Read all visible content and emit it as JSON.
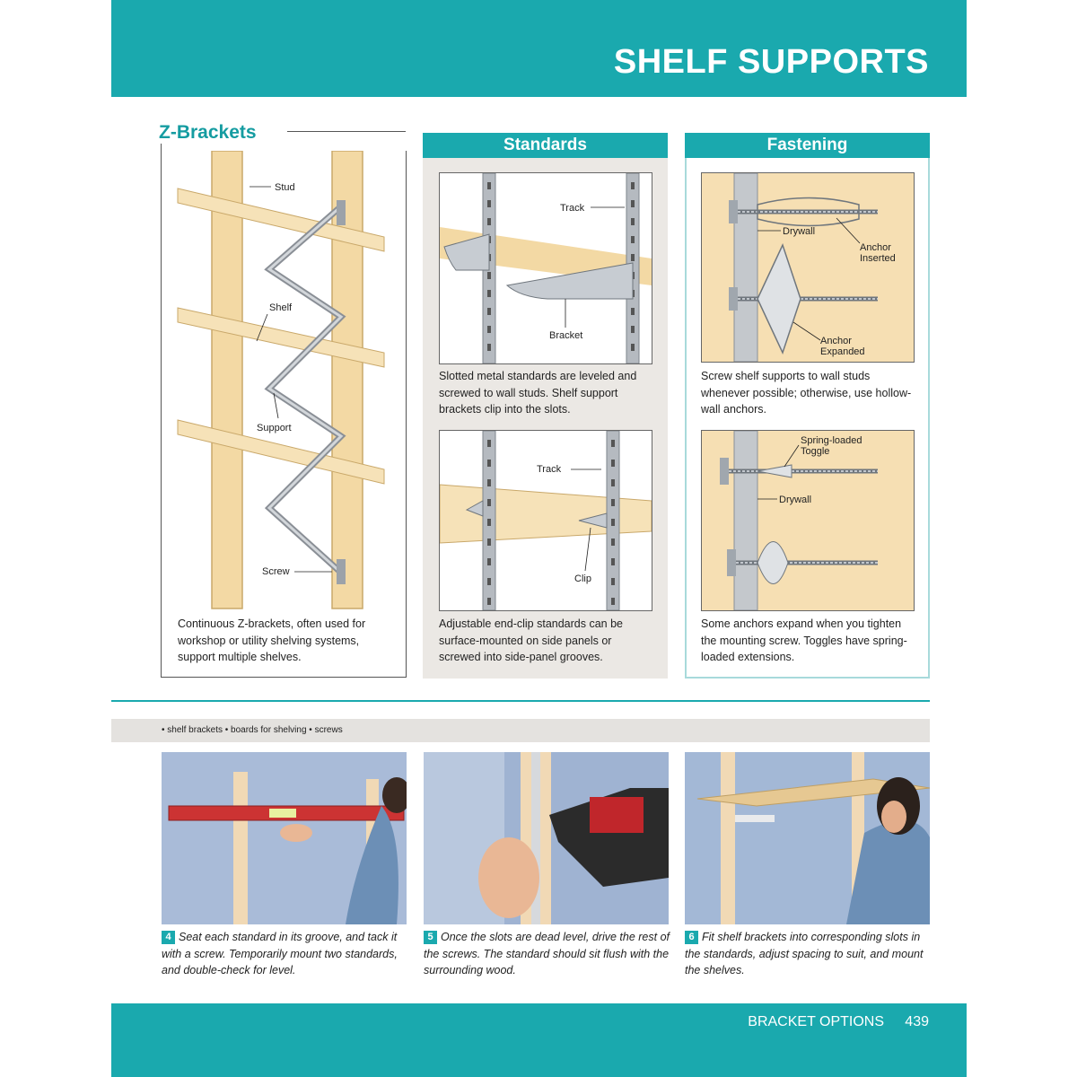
{
  "header": {
    "title": "SHELF SUPPORTS"
  },
  "zbrackets": {
    "title": "Z-Brackets",
    "labels": {
      "stud": "Stud",
      "shelf": "Shelf",
      "support": "Support",
      "screw": "Screw"
    },
    "caption": "Continuous Z-brackets, often used for workshop or utility shelving systems, support multiple shelves."
  },
  "standards": {
    "title": "Standards",
    "top_labels": {
      "track": "Track",
      "bracket": "Bracket"
    },
    "top_caption": "Slotted metal standards are leveled and screwed to wall studs. Shelf support brackets clip into the slots.",
    "bottom_labels": {
      "track": "Track",
      "clip": "Clip"
    },
    "bottom_caption": "Adjustable end-clip standards can be surface-mounted on side panels or screwed into side-panel grooves."
  },
  "fastening": {
    "title": "Fastening",
    "top_labels": {
      "drywall": "Drywall",
      "anchor_inserted_1": "Anchor",
      "anchor_inserted_2": "Inserted",
      "anchor_expanded_1": "Anchor",
      "anchor_expanded_2": "Expanded"
    },
    "top_caption": "Screw shelf supports to wall studs whenever possible; otherwise, use hollow-wall anchors.",
    "bottom_labels": {
      "toggle_1": "Spring-loaded",
      "toggle_2": "Toggle",
      "drywall": "Drywall"
    },
    "bottom_caption": "Some anchors expand when you tighten the mounting screw. Toggles have spring-loaded extensions."
  },
  "tools": {
    "text": "• shelf brackets • boards for shelving • screws"
  },
  "steps": [
    {
      "number": "4",
      "text": "Seat each standard in its groove, and tack it with a screw. Temporarily mount two standards, and double-check for level."
    },
    {
      "number": "5",
      "text": "Once the slots are dead level, drive the rest of the screws. The standard should sit flush with the surrounding wood."
    },
    {
      "number": "6",
      "text": "Fit shelf brackets into corresponding slots in the standards, adjust spacing to suit, and mount the shelves."
    }
  ],
  "footer": {
    "section": "BRACKET OPTIONS",
    "page": "439"
  },
  "colors": {
    "accent": "#1aa9ae",
    "panel_bg": "#ebe8e4",
    "wood": "#f3d9a4",
    "wall": "#aebfd9"
  }
}
